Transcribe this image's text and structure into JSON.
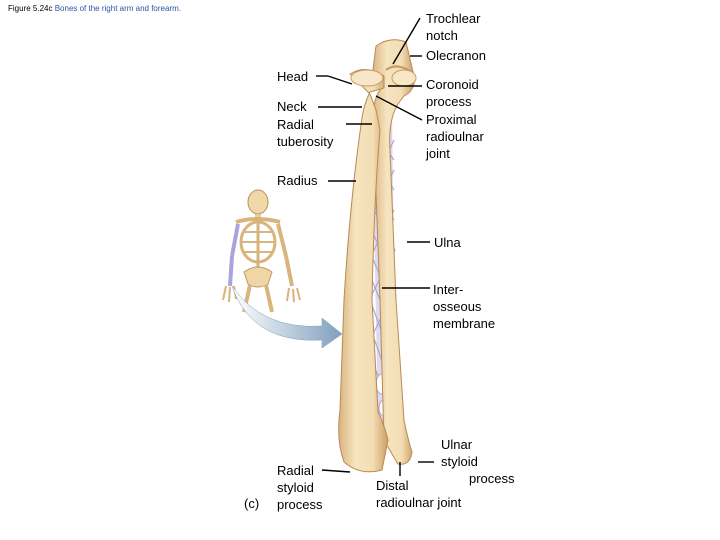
{
  "caption": {
    "figure": "Figure 5.24c",
    "description": "Bones of the right arm and forearm."
  },
  "panel_label": "(c)",
  "labels": {
    "trochlear_notch": [
      "Trochlear",
      "notch"
    ],
    "olecranon": "Olecranon",
    "head": "Head",
    "coronoid_process": [
      "Coronoid",
      "process"
    ],
    "neck": "Neck",
    "radial_tuberosity": [
      "Radial",
      "tuberosity"
    ],
    "proximal_radioulnar_joint": [
      "Proximal",
      "radioulnar",
      "joint"
    ],
    "radius": "Radius",
    "ulna": "Ulna",
    "interosseous_membrane": [
      "Inter-",
      "osseous",
      "membrane"
    ],
    "radial_styloid_process": [
      "Radial",
      "styloid",
      "process"
    ],
    "ulnar_styloid_process": [
      "Ulnar",
      "styloid",
      "process"
    ],
    "distal_radioulnar_joint": [
      "Distal",
      "radioulnar joint"
    ]
  },
  "colors": {
    "bone": "#f3ddb4",
    "bone_shade": "#d8b07a",
    "membrane": "#c9c6e8",
    "arrow": "#8fa9c3",
    "highlight_arm": "#a9a3e0"
  }
}
